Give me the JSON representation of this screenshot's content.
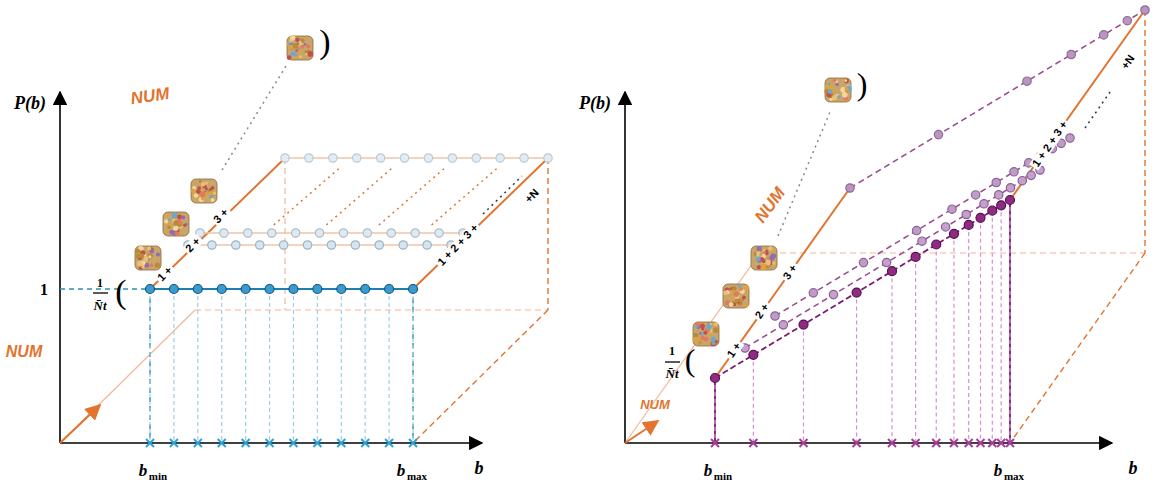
{
  "diagram": {
    "labels": [
      "P(b)",
      "1",
      "NUM",
      "NUM",
      "1",
      "N̄t",
      "(",
      ")",
      "1 +",
      "2 +",
      "3 +",
      "1 + 2 + 3 +",
      "+N",
      "b",
      "min",
      "b",
      "max",
      "b",
      "P(b)",
      "NUM",
      "NUM",
      "1",
      "N̄t",
      "(",
      ")",
      "1 +",
      "2 +",
      "3 +",
      "1 + 2 + 3 +",
      "+N",
      "b",
      "min",
      "b",
      "max",
      "b"
    ]
  }
}
